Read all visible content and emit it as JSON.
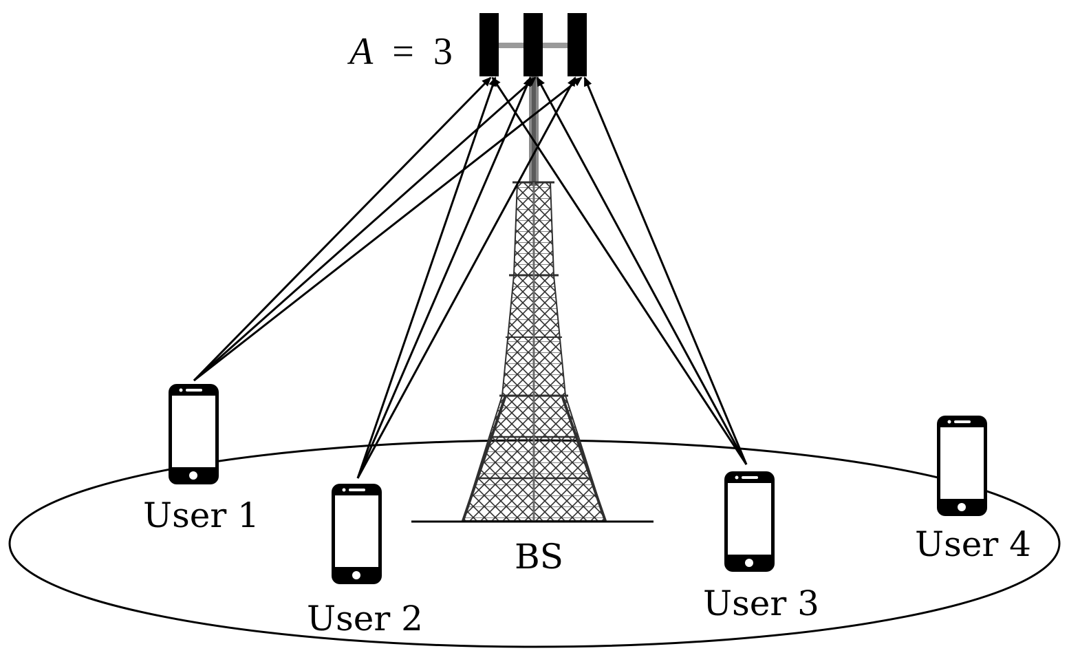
{
  "antenna_label": {
    "var": "A",
    "op": "=",
    "value": "3"
  },
  "base_station": {
    "label": "BS",
    "antenna_count": 3
  },
  "users": [
    {
      "label": "User 1",
      "linked_to_antennas": [
        1,
        2,
        3
      ]
    },
    {
      "label": "User 2",
      "linked_to_antennas": [
        1,
        2,
        3
      ]
    },
    {
      "label": "User 3",
      "linked_to_antennas": [
        1,
        2,
        3
      ]
    },
    {
      "label": "User 4",
      "linked_to_antennas": []
    }
  ],
  "colors": {
    "line": "#000000",
    "background": "#ffffff",
    "tower": "#3a3a3a",
    "tower_light": "#8a8a8a"
  }
}
